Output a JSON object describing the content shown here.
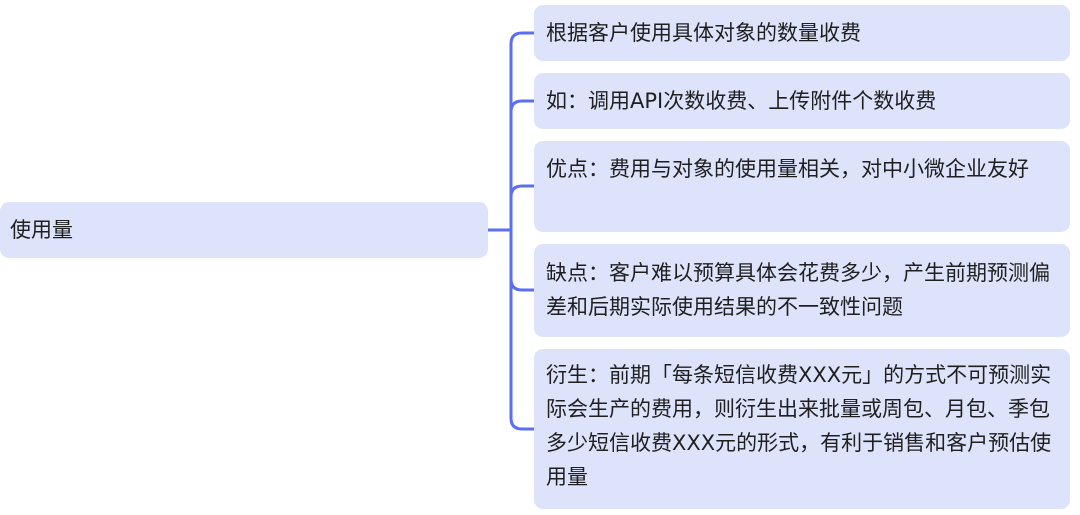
{
  "root": {
    "label": "使用量"
  },
  "children": [
    {
      "text": "根据客户使用具体对象的数量收费"
    },
    {
      "text": "如：调用API次数收费、上传附件个数收费"
    },
    {
      "text": "优点：费用与对象的使用量相关，对中小微企业友好"
    },
    {
      "text": "缺点：客户难以预算具体会花费多少，产生前期预测偏差和后期实际使用结果的不一致性问题"
    },
    {
      "text": "衍生：前期「每条短信收费XXX元」的方式不可预测实际会生产的费用，则衍生出来批量或周包、月包、季包多少短信收费XXX元的形式，有利于销售和客户预估使用量"
    }
  ],
  "colors": {
    "connector": "#5b6ff0",
    "node_fill": "#dde3fb",
    "text": "#1f1f1f"
  }
}
